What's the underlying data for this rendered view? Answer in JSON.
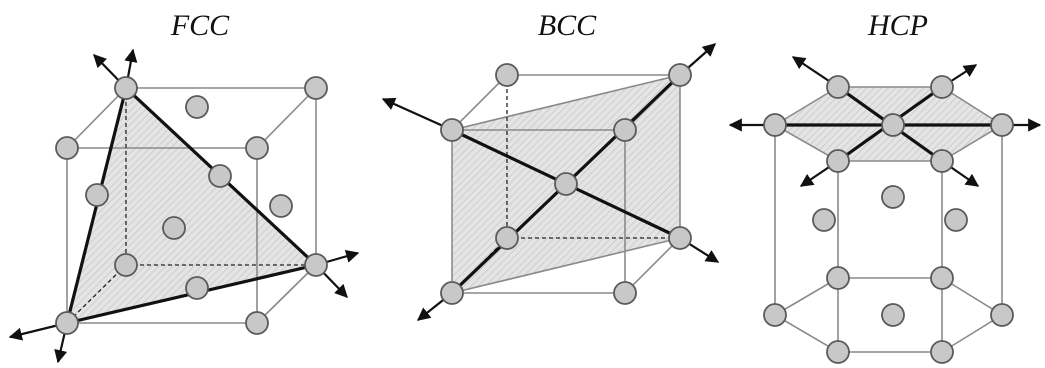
{
  "titles": {
    "fcc": "FCC",
    "bcc": "BCC",
    "hcp": "HCP"
  },
  "colors": {
    "atom_fill": "#c8c8c8",
    "atom_stroke": "#5a5a5a",
    "plane_fill": "#e2e2e2",
    "edge": "#8a8a8a",
    "bold": "#111111"
  }
}
